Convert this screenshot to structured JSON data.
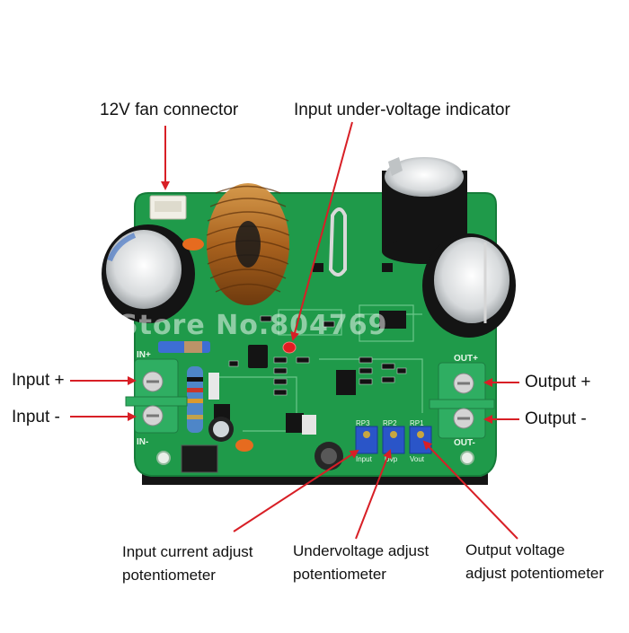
{
  "colors": {
    "pcb": "#1f9a4a",
    "pcb_dark": "#157a38",
    "arrow": "#d81f26",
    "terminal": "#2fae62",
    "capacitor": "#1b1b1b",
    "pot": "#2a55c8"
  },
  "watermark": "Store No.804769",
  "callouts": {
    "fan": "12V fan connector",
    "uv_indicator": "Input under-voltage indicator",
    "input_plus": "Input +",
    "input_minus": "Input -",
    "output_plus": "Output +",
    "output_minus": "Output -",
    "input_current_pot": [
      "Input current adjust",
      "potentiometer"
    ],
    "undervoltage_pot": [
      "Undervoltage adjust",
      "potentiometer"
    ],
    "output_voltage_pot": [
      "Output voltage",
      "adjust potentiometer"
    ]
  },
  "board": {
    "in_plus": "IN+",
    "in_minus": "IN-",
    "out_plus": "OUT+",
    "out_minus": "OUT-",
    "pot_labels": [
      "Input",
      "Uvp",
      "Vout"
    ],
    "pot_refs": [
      "RP3",
      "RP2",
      "RP1"
    ]
  }
}
